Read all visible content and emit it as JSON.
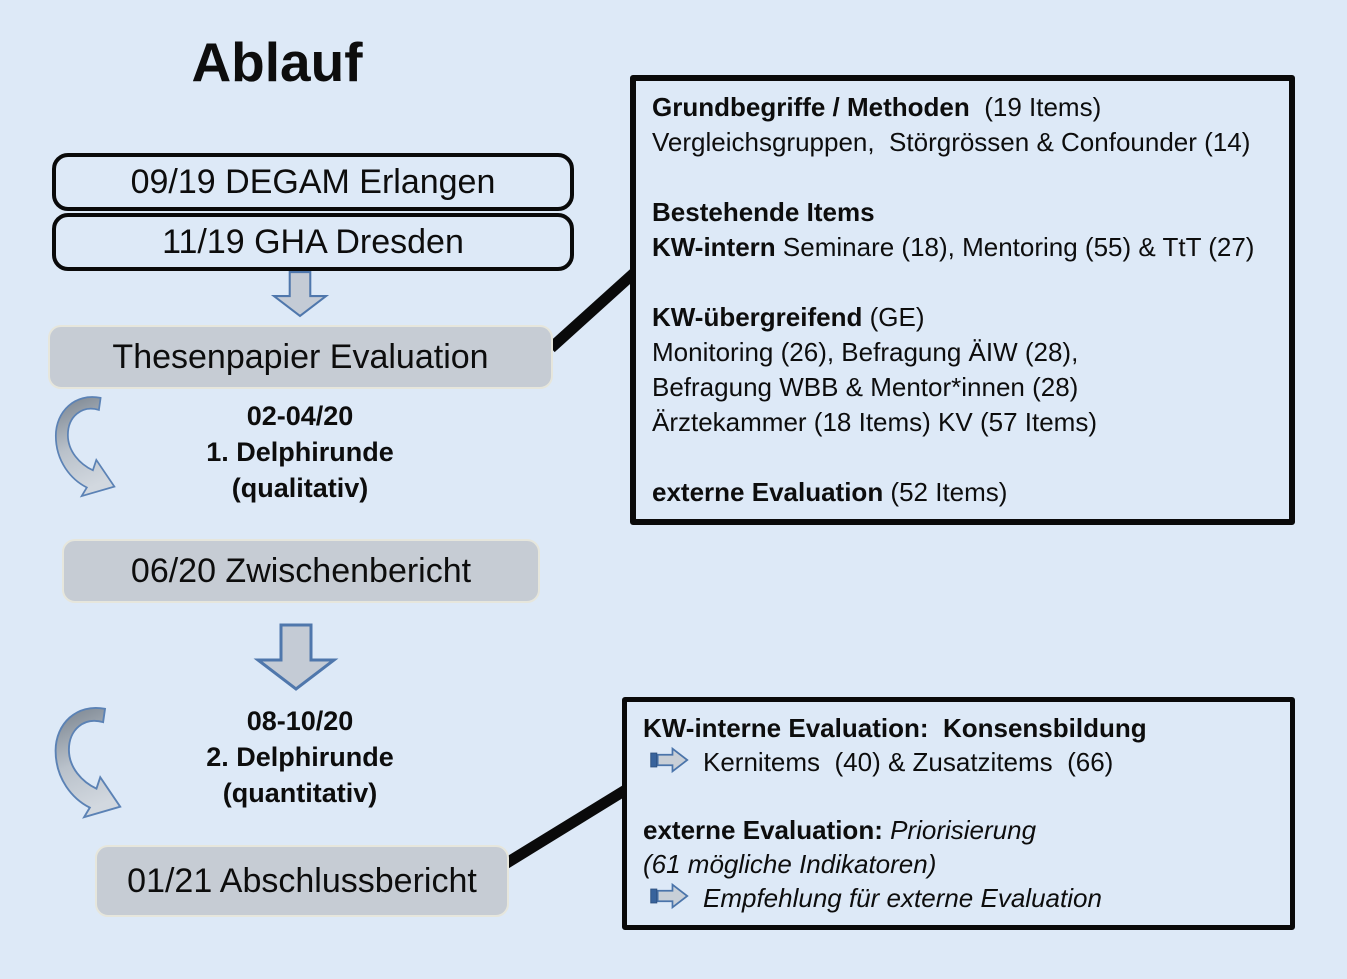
{
  "page": {
    "title": "Ablauf"
  },
  "colors": {
    "background": "#dde9f7",
    "stage_fill": "#c6ccd4",
    "box_border": "#0a0a0a",
    "connector": "#0a0a0a",
    "arrow_fill_light": "#c6cdd6",
    "arrow_fill_dark": "#7f8a95",
    "arrow_outline": "#5b82b5",
    "arrow_accent": "#38639c"
  },
  "timeline": {
    "events": [
      {
        "label": "09/19 DEGAM Erlangen"
      },
      {
        "label": "11/19 GHA Dresden"
      }
    ],
    "stages": [
      {
        "label": "Thesenpapier Evaluation"
      },
      {
        "label": "06/20 Zwischenbericht"
      },
      {
        "label": "01/21 Abschlussbericht"
      }
    ],
    "rounds": [
      {
        "period": "02-04/20",
        "name": "1. Delphirunde",
        "mode": "(qualitativ)"
      },
      {
        "period": "08-10/20",
        "name": "2. Delphirunde",
        "mode": "(quantitativ)"
      }
    ]
  },
  "detail_boxes": {
    "items_box": {
      "paragraphs": [
        [
          {
            "segments": [
              {
                "t": "Grundbegriffe / Methoden",
                "s": "b"
              },
              {
                "t": "  (19 Items)"
              }
            ]
          },
          {
            "segments": [
              {
                "t": "Vergleichsgruppen,  Störgrössen & Confounder (14)"
              }
            ]
          }
        ],
        [
          {
            "segments": [
              {
                "t": "Bestehende Items",
                "s": "b"
              }
            ]
          },
          {
            "segments": [
              {
                "t": "KW-intern",
                "s": "b"
              },
              {
                "t": " Seminare (18), Mentoring (55) & TtT (27)"
              }
            ]
          }
        ],
        [
          {
            "segments": [
              {
                "t": "KW-übergreifend",
                "s": "b"
              },
              {
                "t": " (GE)"
              }
            ]
          },
          {
            "segments": [
              {
                "t": "Monitoring (26), Befragung ÄIW (28),"
              }
            ]
          },
          {
            "segments": [
              {
                "t": "Befragung WBB & Mentor*innen (28)"
              }
            ]
          },
          {
            "segments": [
              {
                "t": "Ärztekammer (18 Items) KV (57 Items)"
              }
            ]
          }
        ],
        [
          {
            "segments": [
              {
                "t": "externe Evaluation",
                "s": "b"
              },
              {
                "t": " (52 Items)"
              }
            ]
          }
        ]
      ]
    },
    "evaluation_box": {
      "paragraphs": [
        [
          {
            "segments": [
              {
                "t": "KW-interne Evaluation:  Konsensbildung",
                "s": "b"
              }
            ]
          },
          {
            "arrow": true,
            "segments": [
              {
                "t": "Kernitems  (40) & Zusatzitems  (66)"
              }
            ]
          }
        ],
        [
          {
            "segments": [
              {
                "t": "externe Evaluation:",
                "s": "b"
              },
              {
                "t": " Priorisierung",
                "s": "i"
              }
            ]
          },
          {
            "segments": [
              {
                "t": "(61 mögliche Indikatoren)",
                "s": "i"
              }
            ]
          },
          {
            "arrow": true,
            "segments": [
              {
                "t": "Empfehlung für externe Evaluation",
                "s": "i"
              }
            ]
          }
        ]
      ]
    }
  }
}
